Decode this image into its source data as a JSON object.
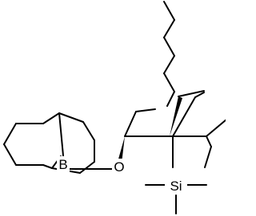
{
  "atoms": {
    "boron": "B",
    "oxygen": "O",
    "silicon": "Si"
  }
}
